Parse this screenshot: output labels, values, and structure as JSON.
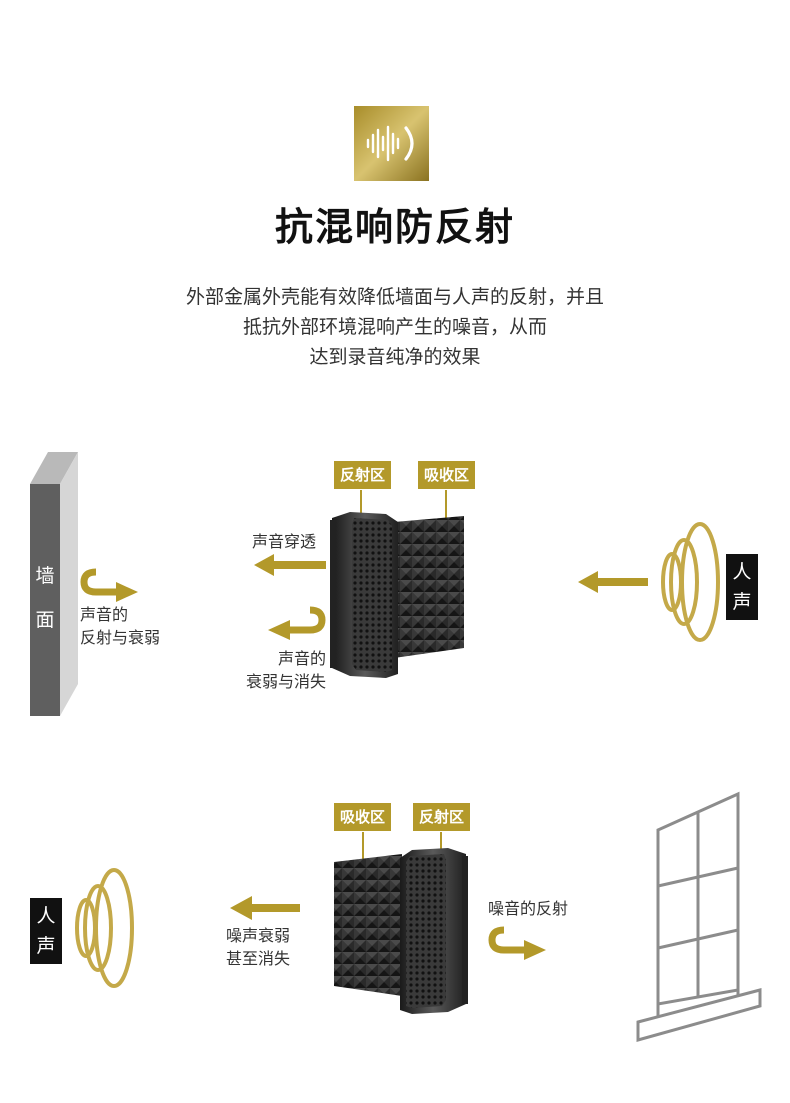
{
  "header": {
    "icon": "sound-wave-icon",
    "title": "抗混响防反射",
    "description_lines": [
      "外部金属外壳能有效降低墙面与人声的反射，并且",
      "抵抗外部环境混响产生的噪音，从而",
      "达到录音纯净的效果"
    ]
  },
  "diagram1": {
    "wall_label": [
      "墙",
      "面"
    ],
    "wall_reflection_label": [
      "声音的",
      "反射与衰弱"
    ],
    "tag_reflect": "反射区",
    "tag_absorb": "吸收区",
    "penetrate_label": "声音穿透",
    "decay_label": [
      "声音的",
      "衰弱与消失"
    ],
    "voice_label": [
      "人",
      "声"
    ]
  },
  "diagram2": {
    "voice_label": [
      "人",
      "声"
    ],
    "tag_absorb": "吸收区",
    "tag_reflect": "反射区",
    "noise_decay_label": [
      "噪声衰弱",
      "甚至消失"
    ],
    "noise_reflection_label": "噪音的反射"
  },
  "colors": {
    "gold": "#b3992a",
    "wall_gray": "#5f5f5f",
    "black": "#111111"
  }
}
